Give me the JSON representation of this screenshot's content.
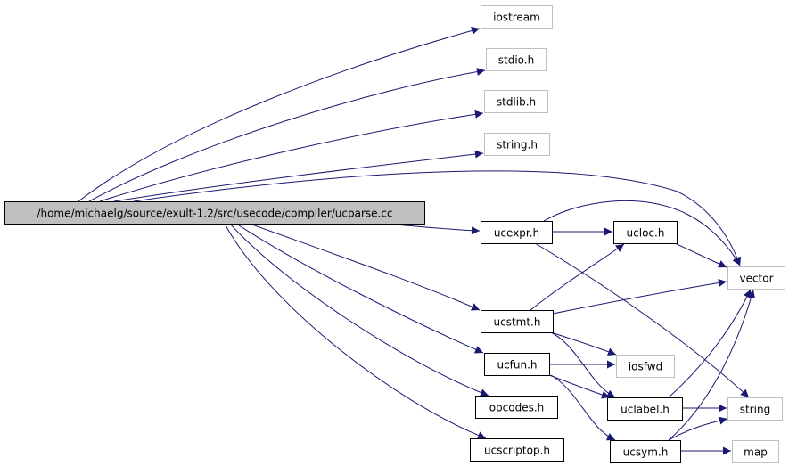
{
  "diagram": {
    "type": "include-dependency-graph",
    "colors": {
      "edge": "#191970",
      "root_fill": "#bfbfbf",
      "root_border": "#000000",
      "project_border": "#000000",
      "system_border": "#bfbfbf"
    },
    "nodes": [
      {
        "id": "ucparse",
        "label": "/home/michaelg/source/exult-1.2/src/usecode/compiler/ucparse.cc",
        "kind": "root"
      },
      {
        "id": "iostream",
        "label": "iostream",
        "kind": "system"
      },
      {
        "id": "stdio",
        "label": "stdio.h",
        "kind": "system"
      },
      {
        "id": "stdlib",
        "label": "stdlib.h",
        "kind": "system"
      },
      {
        "id": "stringh",
        "label": "string.h",
        "kind": "system"
      },
      {
        "id": "vector",
        "label": "vector",
        "kind": "system"
      },
      {
        "id": "ucexpr",
        "label": "ucexpr.h",
        "kind": "project"
      },
      {
        "id": "ucloc",
        "label": "ucloc.h",
        "kind": "project"
      },
      {
        "id": "ucstmt",
        "label": "ucstmt.h",
        "kind": "project"
      },
      {
        "id": "ucfun",
        "label": "ucfun.h",
        "kind": "project"
      },
      {
        "id": "iosfwd",
        "label": "iosfwd",
        "kind": "system"
      },
      {
        "id": "opcodes",
        "label": "opcodes.h",
        "kind": "project"
      },
      {
        "id": "uclabel",
        "label": "uclabel.h",
        "kind": "project"
      },
      {
        "id": "string",
        "label": "string",
        "kind": "system"
      },
      {
        "id": "ucscriptop",
        "label": "ucscriptop.h",
        "kind": "project"
      },
      {
        "id": "ucsym",
        "label": "ucsym.h",
        "kind": "project"
      },
      {
        "id": "map",
        "label": "map",
        "kind": "system"
      }
    ],
    "edges": [
      {
        "from": "ucparse",
        "to": "iostream"
      },
      {
        "from": "ucparse",
        "to": "stdio"
      },
      {
        "from": "ucparse",
        "to": "stdlib"
      },
      {
        "from": "ucparse",
        "to": "stringh"
      },
      {
        "from": "ucparse",
        "to": "vector"
      },
      {
        "from": "ucparse",
        "to": "ucexpr"
      },
      {
        "from": "ucparse",
        "to": "ucstmt"
      },
      {
        "from": "ucparse",
        "to": "ucfun"
      },
      {
        "from": "ucparse",
        "to": "opcodes"
      },
      {
        "from": "ucparse",
        "to": "ucscriptop"
      },
      {
        "from": "ucexpr",
        "to": "vector"
      },
      {
        "from": "ucexpr",
        "to": "ucloc"
      },
      {
        "from": "ucexpr",
        "to": "string"
      },
      {
        "from": "ucloc",
        "to": "vector"
      },
      {
        "from": "ucstmt",
        "to": "ucloc"
      },
      {
        "from": "ucstmt",
        "to": "vector"
      },
      {
        "from": "ucstmt",
        "to": "iosfwd"
      },
      {
        "from": "ucstmt",
        "to": "uclabel"
      },
      {
        "from": "ucfun",
        "to": "iosfwd"
      },
      {
        "from": "ucfun",
        "to": "uclabel"
      },
      {
        "from": "ucfun",
        "to": "ucsym"
      },
      {
        "from": "uclabel",
        "to": "vector"
      },
      {
        "from": "uclabel",
        "to": "string"
      },
      {
        "from": "ucsym",
        "to": "vector"
      },
      {
        "from": "ucsym",
        "to": "string"
      },
      {
        "from": "ucsym",
        "to": "map"
      }
    ]
  }
}
